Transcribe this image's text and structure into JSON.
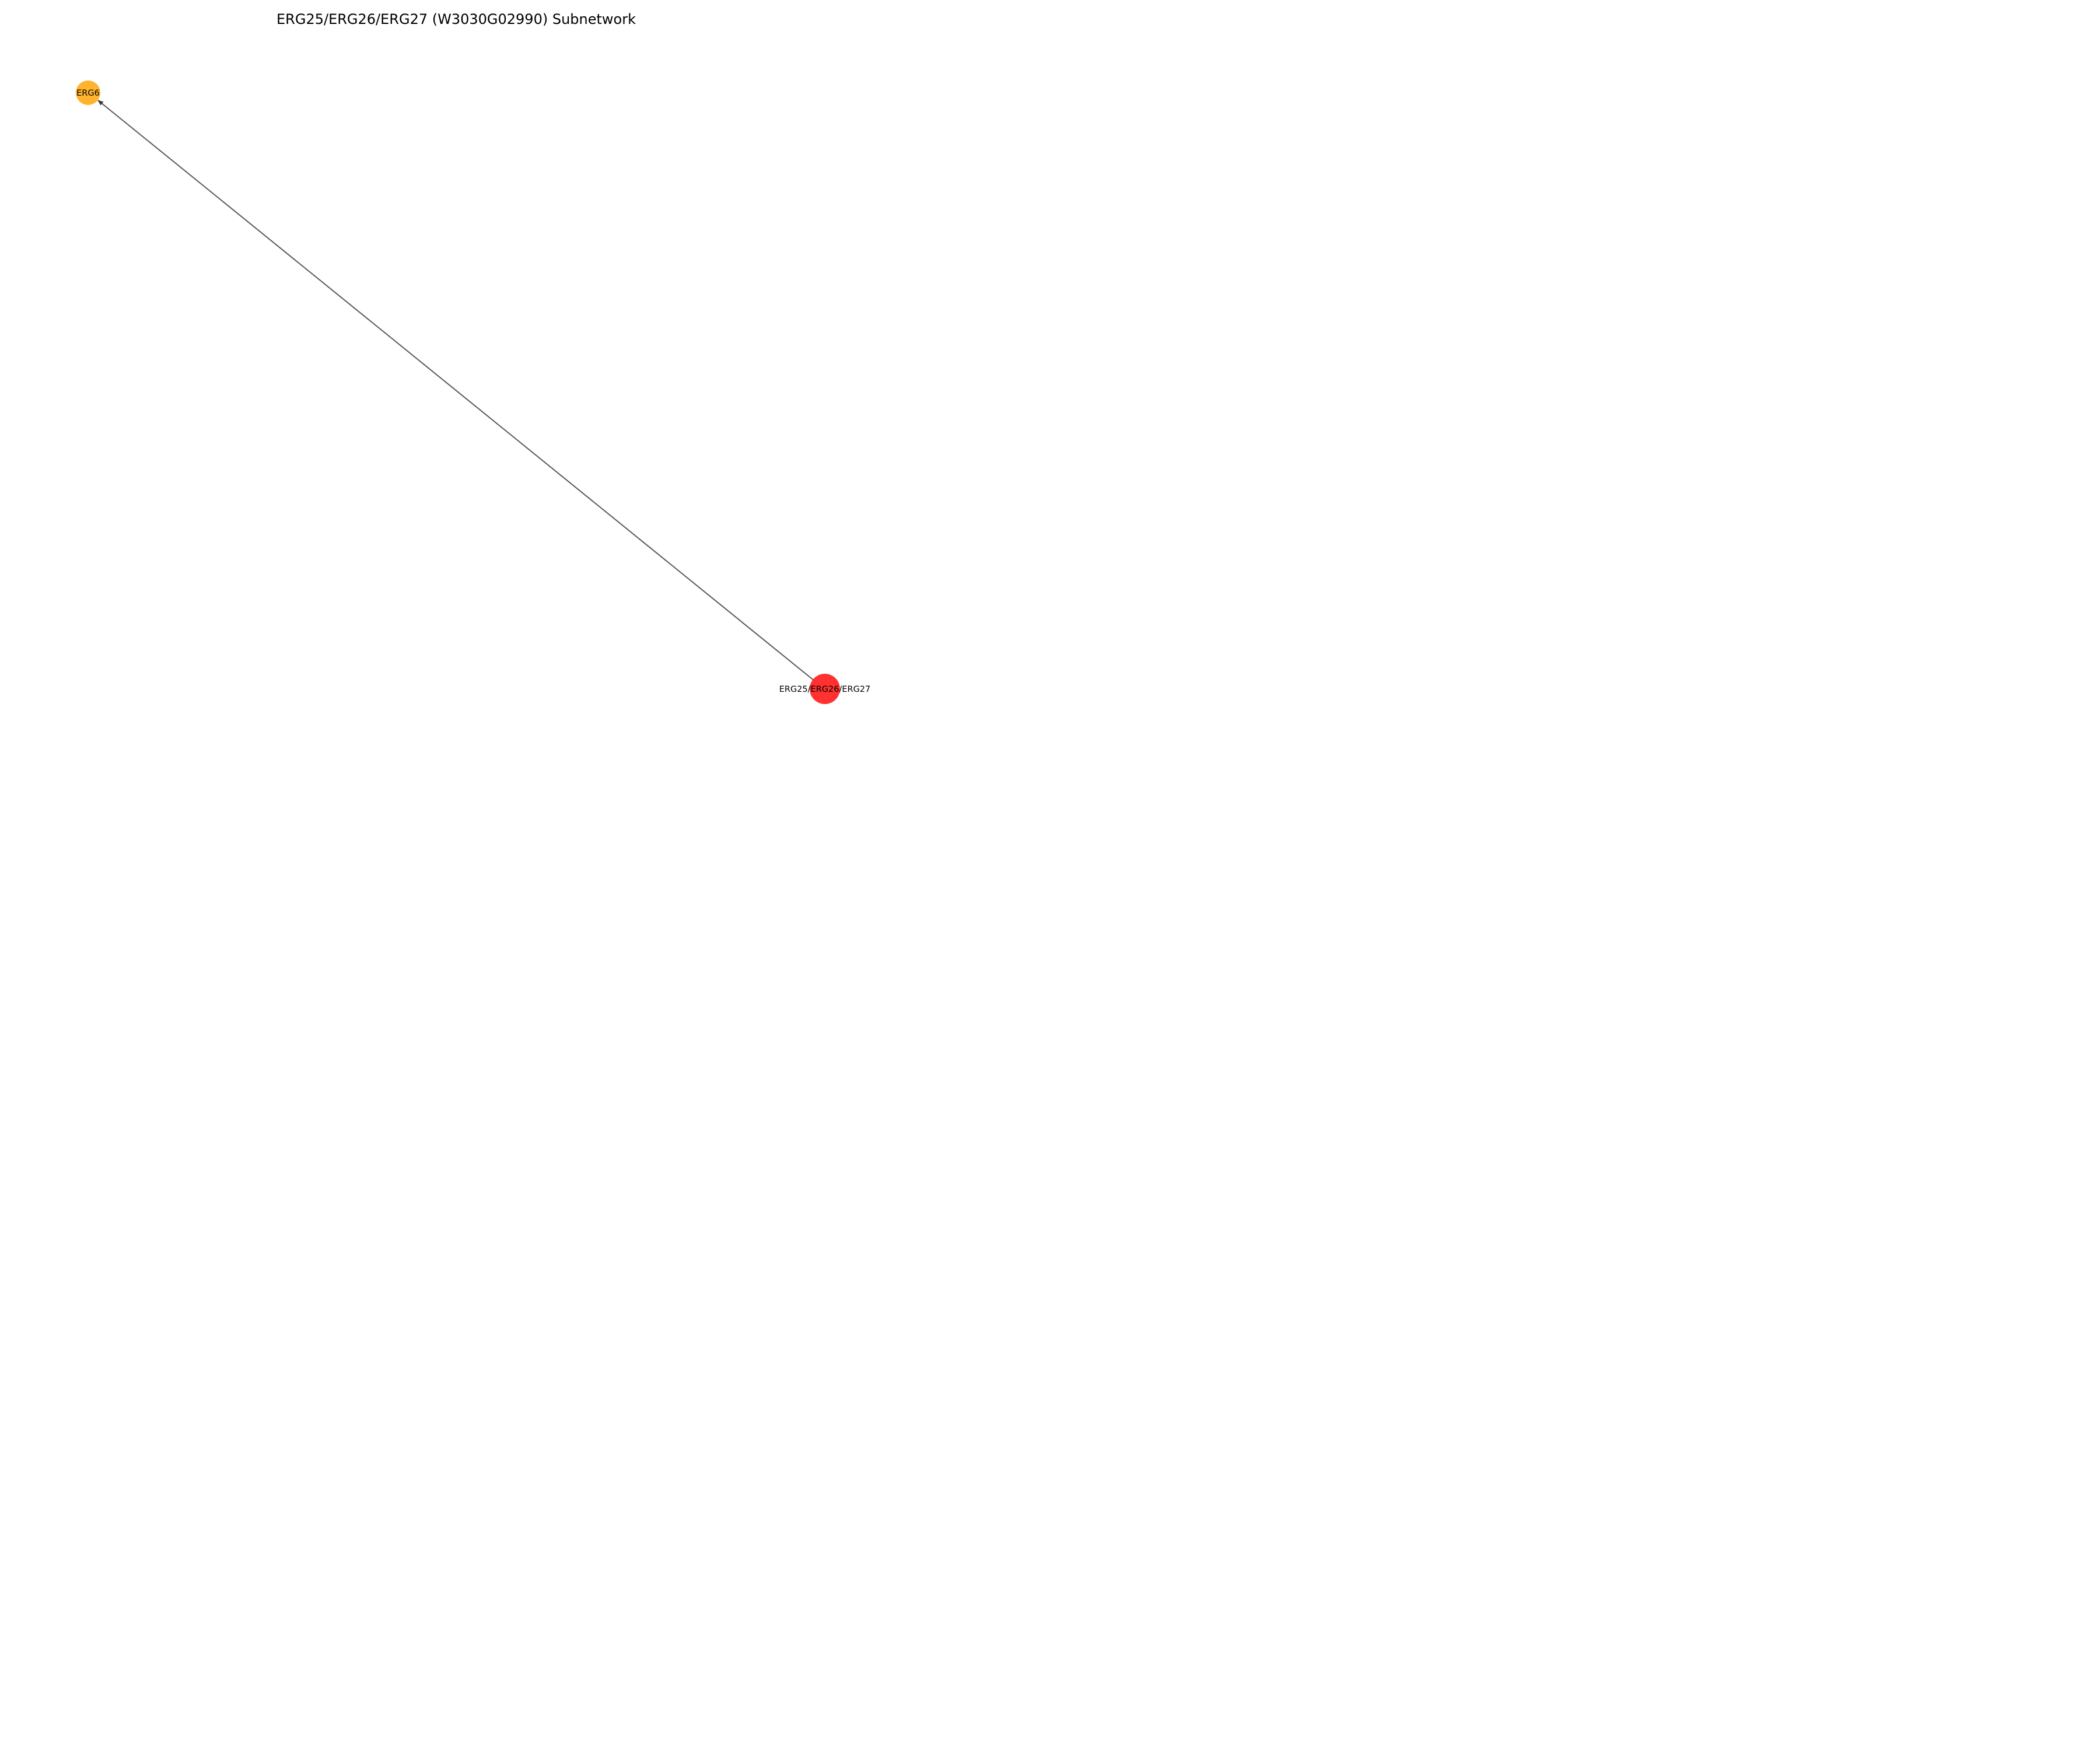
{
  "title": "ERG25/ERG26/ERG27 (W3030G02990) Subnetwork",
  "colors": {
    "background": "#ffffff",
    "edge": "#595959",
    "text": "#000000"
  },
  "nodes": [
    {
      "id": "erg6",
      "label": "ERG6",
      "color": "#ffac1c",
      "size": "small"
    },
    {
      "id": "erg25",
      "label": "ERG25/ERG26/ERG27",
      "color": "#ff2020",
      "size": "large"
    }
  ],
  "edges": [
    {
      "source": "erg25",
      "target": "erg6",
      "directed": true
    }
  ]
}
